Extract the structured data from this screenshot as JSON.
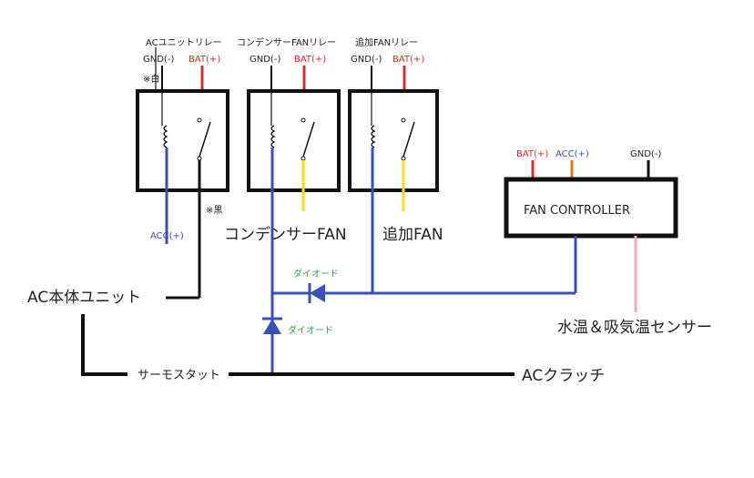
{
  "relays": [
    {
      "title": "ACユニットリレー",
      "gnd": "GND(-)",
      "bat": "BAT(+)"
    },
    {
      "title": "コンデンサーFANリレー",
      "gnd": "GND(-)",
      "bat": "BAT(+)"
    },
    {
      "title": "追加FANリレー",
      "gnd": "GND(-)",
      "bat": "BAT(+)"
    }
  ],
  "notes": {
    "white": "※白",
    "black": "※黒"
  },
  "labels": {
    "acc": "ACC(+)",
    "condenser_fan": "コンデンサーFAN",
    "extra_fan": "追加FAN",
    "ac_unit": "AC本体ユニット",
    "diode1": "ダイオード",
    "diode2": "ダイオード",
    "thermostat": "サーモスタット",
    "ac_clutch": "ACクラッチ"
  },
  "controller": {
    "title": "FAN CONTROLLER",
    "bat": "BAT(+)",
    "acc": "ACC(+)",
    "gnd": "GND(-)",
    "sensor": "水温＆吸気温センサー"
  },
  "colors": {
    "wire_blue": "#3a4fb8",
    "wire_red": "#d03030",
    "wire_yellow": "#f2e010",
    "wire_pink": "#f2a6c0",
    "wire_orange": "#d8781e",
    "wire_black": "#111111"
  }
}
